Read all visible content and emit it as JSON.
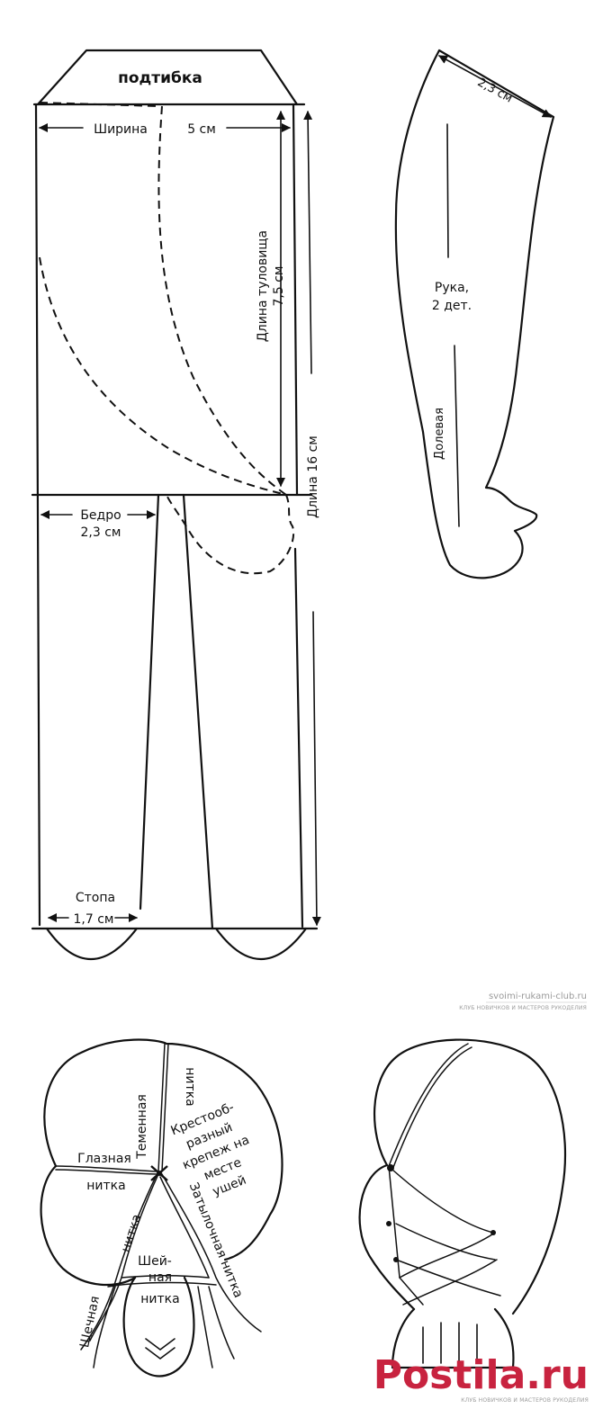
{
  "body_pattern": {
    "fold_label": "подтибка",
    "width_label": "Ширина",
    "width_value": "5 см",
    "torso_label": "Длина туловища",
    "torso_value": "7,5 см",
    "total_length": "Длина 16 см",
    "hip_label": "Бедро",
    "hip_value": "2,3 см",
    "foot_label": "Стопа",
    "foot_value": "1,7 см"
  },
  "arm_pattern": {
    "width_value": "2,3 см",
    "title": "Рука,",
    "count": "2 дет.",
    "grain": "Долевая"
  },
  "head_diagram": {
    "crown_thread": [
      "Теменная",
      "нитка"
    ],
    "cross_mount": [
      "Крестооб-",
      "разный",
      "крепеж на",
      "месте",
      "ушей"
    ],
    "eye_thread": [
      "Глазная",
      "нитка"
    ],
    "cheek_thread_left": "нитка",
    "back_thread": "Затылочная нитка",
    "neck_thread": [
      "Шей-",
      "ная",
      "нитка"
    ],
    "cheek_thread": "Щечная"
  },
  "watermark": {
    "site": "svoimi-rukami-club.ru",
    "tagline": "КЛУБ НОВИЧКОВ И МАСТЕРОВ РУКОДЕЛИЯ"
  },
  "branding": {
    "logo_text": "Postila.ru",
    "logo_color": "#c8233f",
    "subtext": "КЛУБ НОВИЧКОВ И МАСТЕРОВ РУКОДЕЛИЯ"
  }
}
